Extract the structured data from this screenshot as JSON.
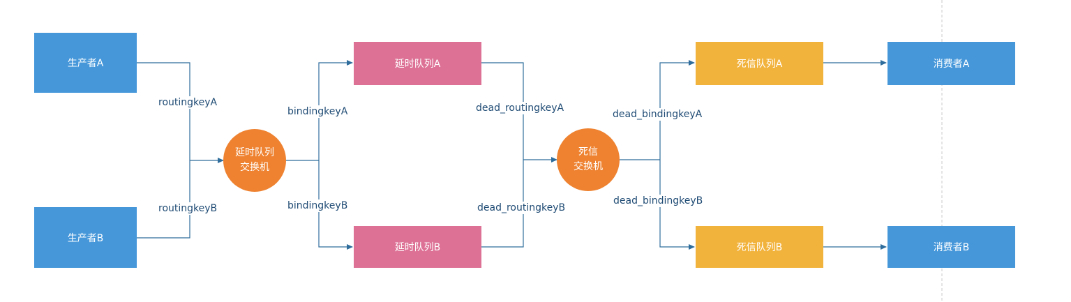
{
  "colors": {
    "producer_consumer": "#4597da",
    "delay_queue": "#dd7195",
    "dead_queue": "#f2b33d",
    "exchange": "#ee8230",
    "line": "#2f6d9c",
    "label_text": "#1f4b74",
    "divider": "#c8c8c8"
  },
  "nodes": {
    "producer_a": "生产者A",
    "producer_b": "生产者B",
    "delay_exchange": {
      "line1": "延时队列",
      "line2": "交换机"
    },
    "delay_queue_a": "延时队列A",
    "delay_queue_b": "延时队列B",
    "dead_exchange": {
      "line1": "死信",
      "line2": "交换机"
    },
    "dead_queue_a": "死信队列A",
    "dead_queue_b": "死信队列B",
    "consumer_a": "消费者A",
    "consumer_b": "消费者B"
  },
  "edge_labels": {
    "routingkey_a": "routingkeyA",
    "routingkey_b": "routingkeyB",
    "bindingkey_a": "bindingkeyA",
    "bindingkey_b": "bindingkeyB",
    "dead_routingkey_a": "dead_routingkeyA",
    "dead_routingkey_b": "dead_routingkeyB",
    "dead_bindingkey_a": "dead_bindingkeyA",
    "dead_bindingkey_b": "dead_bindingkeyB"
  }
}
